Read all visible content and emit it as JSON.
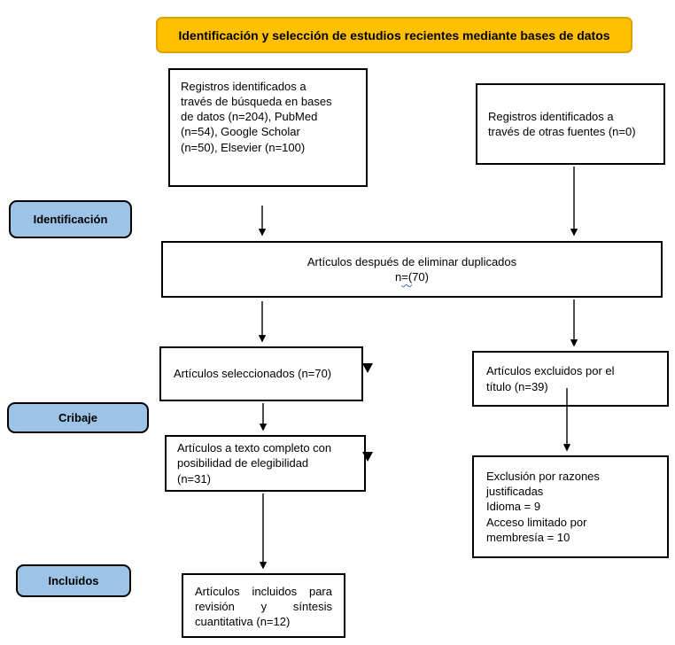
{
  "banner": {
    "label": "Identificación y selección de estudios recientes mediante bases de datos"
  },
  "colors": {
    "banner_bg": "#FFC000",
    "banner_border": "#DFA000",
    "stage_label_bg": "#9DC3E6",
    "box_border": "#000000",
    "arrow_color": "#000000",
    "squiggle_color": "#4472C4"
  },
  "stage_labels": {
    "identification": "Identificación",
    "screening": "Cribaje",
    "included": "Incluidos"
  },
  "boxes": {
    "db_records": "Registros identificados a\ntravés de búsqueda en bases\nde datos (n=204), PubMed\n(n=54), Google Scholar\n(n=50), Elsevier (n=100)",
    "other_sources": "Registros identificados a\ntravés de otras fuentes (n=0)",
    "after_duplicates": {
      "line1": "Artículos después de eliminar duplicados",
      "n_prefix": "n",
      "n_squiggle": "=(",
      "n_suffix": "70)"
    },
    "selected": "Artículos seleccionados (n=70)",
    "full_text": "Artículos a texto completo con\nposibilidad de elegibilidad\n(n=31)",
    "excluded_by_title": "Artículos excluidos por el\ntítulo (n=39)",
    "excluded_reasons": "Exclusión por razones\njustificadas\nIdioma = 9\nAcceso limitado por\nmembresía = 10",
    "included_final": "Artículos incluidos para revisión y síntesis cuantitativa (n=12)"
  },
  "icons": {
    "down_arrowhead": "▼"
  }
}
